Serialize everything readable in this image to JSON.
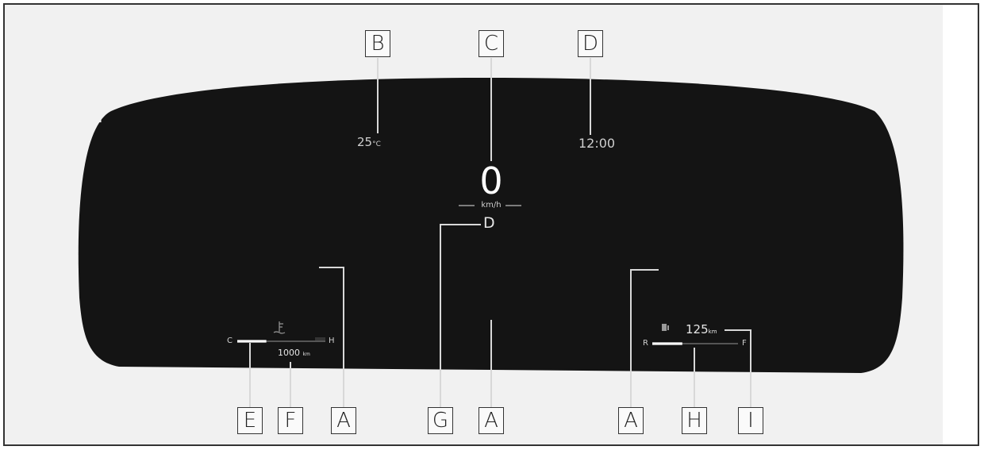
{
  "display": {
    "outside_temp": {
      "value": "25",
      "unit": "°C"
    },
    "speed": {
      "value": "0",
      "unit": "km/h"
    },
    "clock": "12:00",
    "gear": "D",
    "coolant_gauge": {
      "low_label": "C",
      "high_label": "H",
      "level": 0.33
    },
    "odometer": {
      "value": "1000",
      "unit": "km"
    },
    "fuel_gauge": {
      "low_label": "R",
      "high_label": "F",
      "level": 0.35
    },
    "range": {
      "value": "125",
      "unit": "km"
    }
  },
  "callouts": {
    "b": "B",
    "c": "C",
    "d": "D",
    "e": "E",
    "f": "F",
    "a1": "A",
    "g": "G",
    "a2": "A",
    "a3": "A",
    "h": "H",
    "i": "I"
  },
  "colors": {
    "panel": "#141414",
    "background": "#f1f1f1",
    "display_text": "#cfcfcf"
  }
}
